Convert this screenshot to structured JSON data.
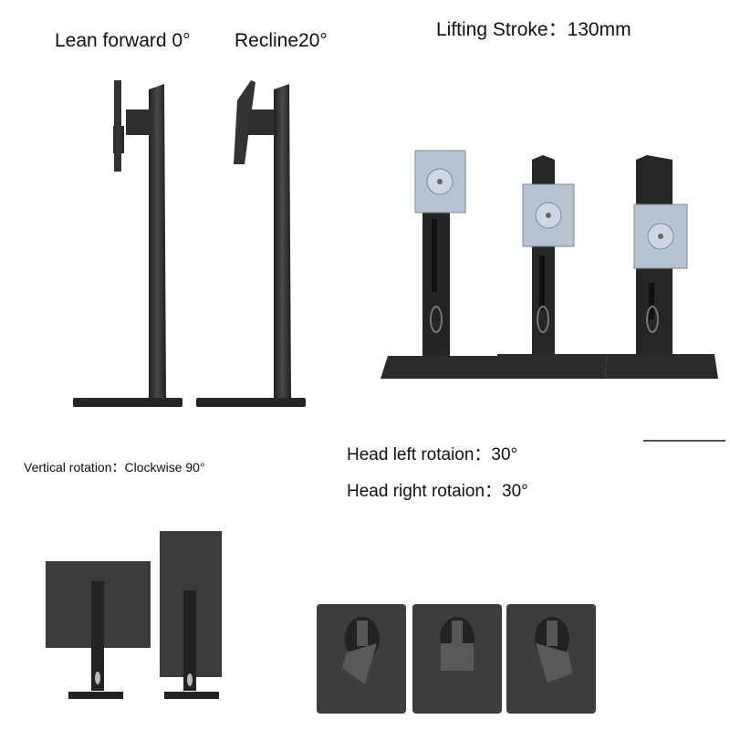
{
  "labels": {
    "lean_forward": "Lean forward 0°",
    "recline": "Recline20°",
    "lifting_stroke": "Lifting Stroke：130mm",
    "vertical_rotation": "Vertical rotation：Clockwise 90°",
    "head_left": "Head left rotaion：30°",
    "head_right": "Head right rotaion：30°"
  },
  "colors": {
    "stand_dark": "#2b2b2b",
    "stand_mid": "#3a3a3a",
    "plate_metal": "#b9c2cf",
    "panel": "#3d3d3d"
  }
}
